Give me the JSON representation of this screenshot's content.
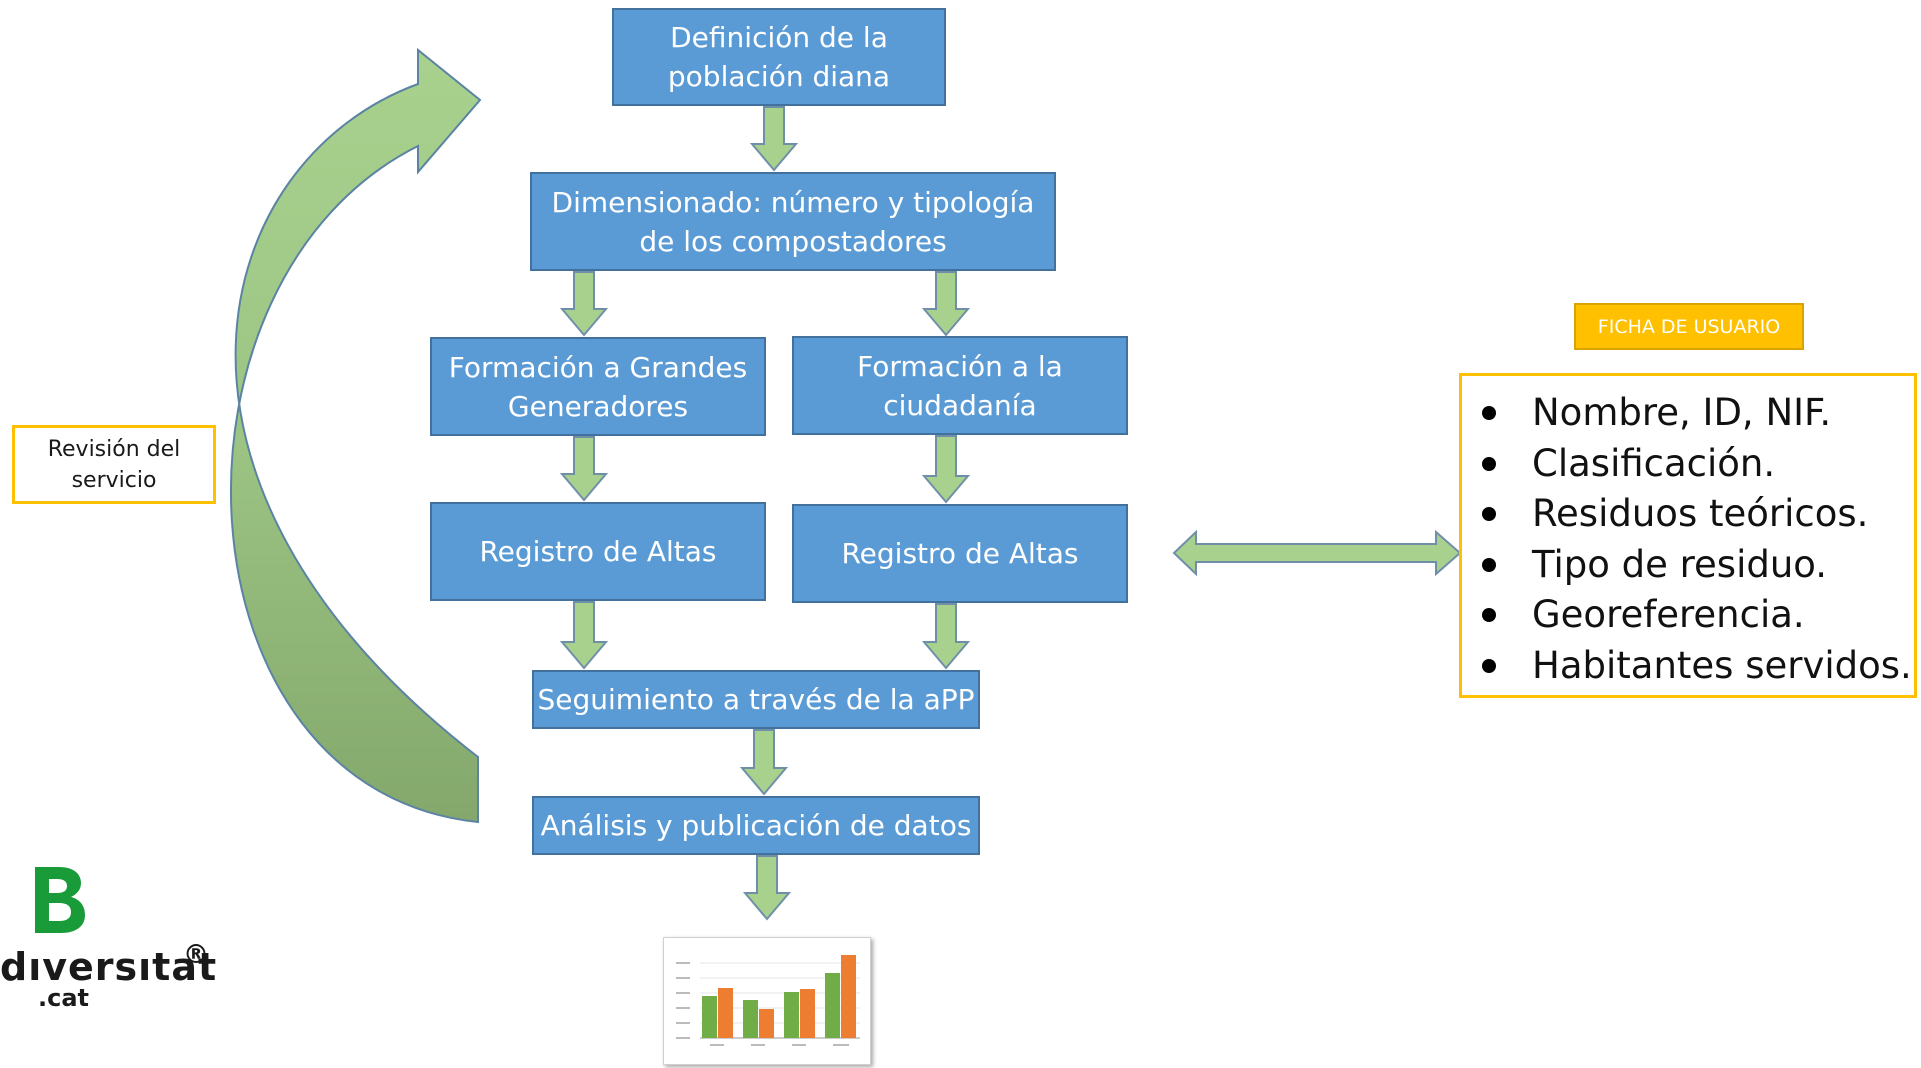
{
  "flow": {
    "definicion": "Definición de la\npoblación diana",
    "dimensionado": "Dimensionado: número y tipología\nde los compostadores",
    "formacion_grandes": "Formación a Grandes\nGeneradores",
    "formacion_ciudadania": "Formación a la\nciudadanía",
    "registro_izq": "Registro de Altas",
    "registro_der": "Registro de Altas",
    "seguimiento": "Seguimiento a través de la aPP",
    "analisis": "Análisis y publicación de datos"
  },
  "review_label": "Revisión del\nservicio",
  "ficha": {
    "title": "FICHA DE USUARIO",
    "items": [
      "Nombre, ID, NIF.",
      "Clasificación.",
      "Residuos teóricos.",
      "Tipo de residuo.",
      "Georeferencia.",
      "Habitantes servidos."
    ]
  },
  "logo": {
    "word": "dıversıtat",
    "registered": "®",
    "domain": ".cat"
  },
  "colors": {
    "box_fill": "#5b9bd5",
    "box_border": "#41719c",
    "arrow_fill": "#a9d18e",
    "arrow_border": "#6f8fa8",
    "highlight": "#ffc000",
    "logo_green": "#1a9b3a",
    "bar_green": "#70ad47",
    "bar_orange": "#ed7d31"
  }
}
